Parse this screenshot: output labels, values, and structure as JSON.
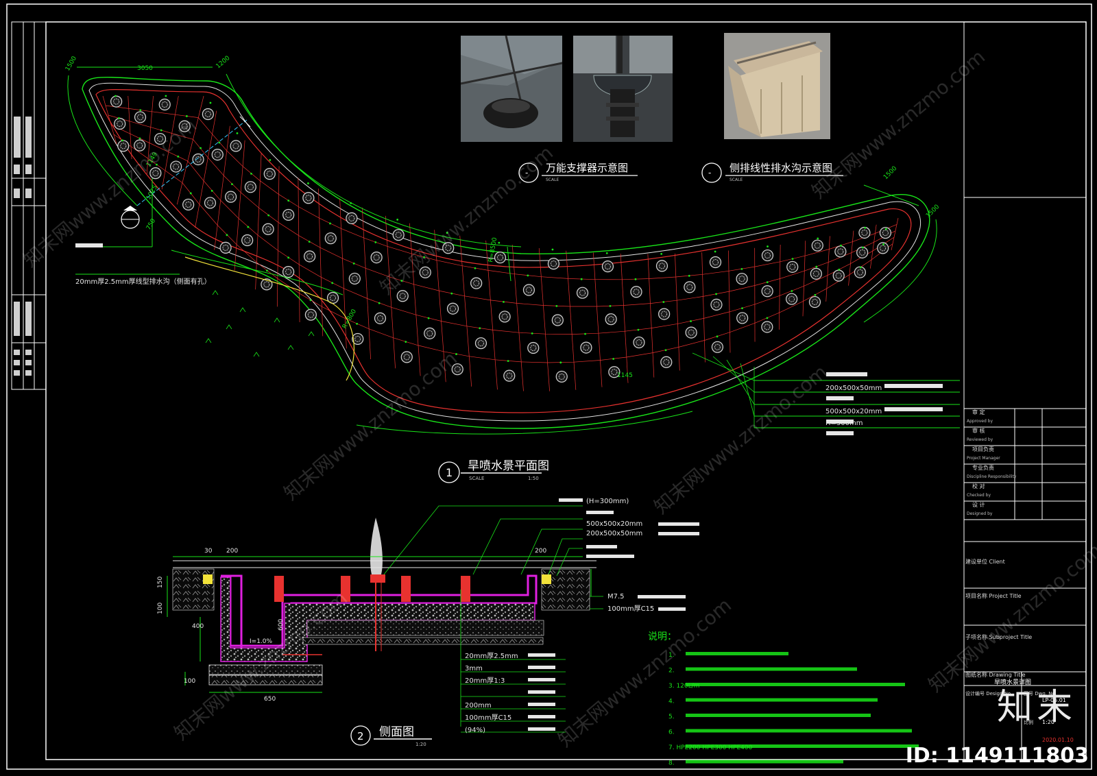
{
  "images": {
    "img1_caption": "万能支撑器示意图",
    "img2_caption": "侧排线性排水沟示意图",
    "scale_label": "SCALE",
    "dash": "-"
  },
  "plan": {
    "index": "1",
    "title": "旱喷水景平面图",
    "scale_label": "SCALE",
    "scale": "1:50",
    "dims": [
      "3050",
      "1500",
      "1200",
      "1149",
      "1025",
      "750",
      "1500",
      "1500",
      "R=8500",
      "1145",
      "R=800"
    ],
    "notes": [
      "20mm厚2.5mm厚线型排水沟（侧面有孔）",
      "200x500x50mm",
      "500x500x20mm",
      "H=300mm"
    ]
  },
  "section": {
    "index": "2",
    "title": "侧面图",
    "scale": "1:20",
    "top_notes": [
      "(H=300mm)",
      "500x500x20mm",
      "200x500x50mm"
    ],
    "right_notes": [
      "M7.5",
      "100mm厚C15"
    ],
    "bottom_notes": [
      "20mm厚2.5mm",
      "3mm",
      "20mm厚1:3",
      "",
      "200mm",
      "100mm厚C15",
      "(94%)"
    ],
    "dims": [
      "30",
      "200",
      "200",
      "150",
      "100",
      "400",
      "600",
      "100",
      "650",
      "I=1.0%"
    ]
  },
  "general_notes": {
    "title": "说明：",
    "items": [
      "1.",
      "2.",
      "3. 120L/m",
      "4.",
      "5.",
      "6.",
      "7. HPE200 HPE300 HPE400",
      "8."
    ]
  },
  "title_block": {
    "rows": [
      {
        "cn": "审 定",
        "en": "Approved by"
      },
      {
        "cn": "审 核",
        "en": "Reviewed by"
      },
      {
        "cn": "项目负责",
        "en": "Project Manager"
      },
      {
        "cn": "专业负责",
        "en": "Discipline Responsibility"
      },
      {
        "cn": "校 对",
        "en": "Checked by"
      },
      {
        "cn": "设 计",
        "en": "Designed by"
      }
    ],
    "client_label": "建设单位 Client",
    "project_label": "项目名称 Project Title",
    "subproject_label": "子项名称 Subproject Title",
    "drawing_label": "图纸名称 Drawing Title",
    "drawing_title": "旱喷水景详图",
    "design_no_label": "设计编号 Design No.",
    "drawing_no_label": "图号 Dwg. No.",
    "drawing_no": "LP-05.01",
    "scale_label": "比例",
    "scale": "1:20",
    "date": "2020.01.10"
  },
  "watermark": {
    "text": "知末网www.znzmo.com",
    "brand": "知末",
    "id": "ID: 1149111803"
  },
  "colors": {
    "frame": "#ffffff",
    "green": "#19e619",
    "red": "#e8322f",
    "magenta": "#e020e0",
    "cyan": "#38c8ff",
    "yellow": "#f2e23a",
    "white_line": "#e6e6e6"
  }
}
